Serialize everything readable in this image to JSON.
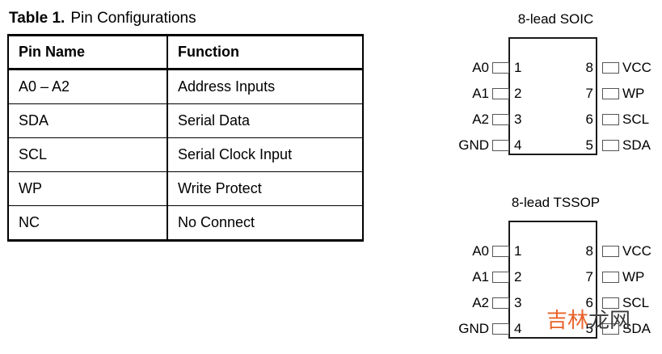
{
  "table": {
    "caption_label": "Table 1.",
    "caption_text": "Pin Configurations",
    "columns": [
      "Pin Name",
      "Function"
    ],
    "rows": [
      {
        "pin_name": "A0 – A2",
        "function": "Address Inputs"
      },
      {
        "pin_name": "SDA",
        "function": "Serial Data"
      },
      {
        "pin_name": "SCL",
        "function": "Serial Clock Input"
      },
      {
        "pin_name": "WP",
        "function": "Write Protect"
      },
      {
        "pin_name": "NC",
        "function": "No Connect"
      }
    ]
  },
  "packages": [
    {
      "title": "8-lead SOIC",
      "left_pins": [
        {
          "num": "1",
          "label": "A0"
        },
        {
          "num": "2",
          "label": "A1"
        },
        {
          "num": "3",
          "label": "A2"
        },
        {
          "num": "4",
          "label": "GND"
        }
      ],
      "right_pins": [
        {
          "num": "8",
          "label": "VCC"
        },
        {
          "num": "7",
          "label": "WP"
        },
        {
          "num": "6",
          "label": "SCL"
        },
        {
          "num": "5",
          "label": "SDA"
        }
      ]
    },
    {
      "title": "8-lead TSSOP",
      "left_pins": [
        {
          "num": "1",
          "label": "A0"
        },
        {
          "num": "2",
          "label": "A1"
        },
        {
          "num": "3",
          "label": "A2"
        },
        {
          "num": "4",
          "label": "GND"
        }
      ],
      "right_pins": [
        {
          "num": "8",
          "label": "VCC"
        },
        {
          "num": "7",
          "label": "WP"
        },
        {
          "num": "6",
          "label": "SCL"
        },
        {
          "num": "5",
          "label": "SDA"
        }
      ]
    }
  ],
  "watermark": {
    "part_a": "吉林",
    "part_b": "龙网",
    "color_a": "#e8622a",
    "color_b": "#3a3a3a"
  }
}
